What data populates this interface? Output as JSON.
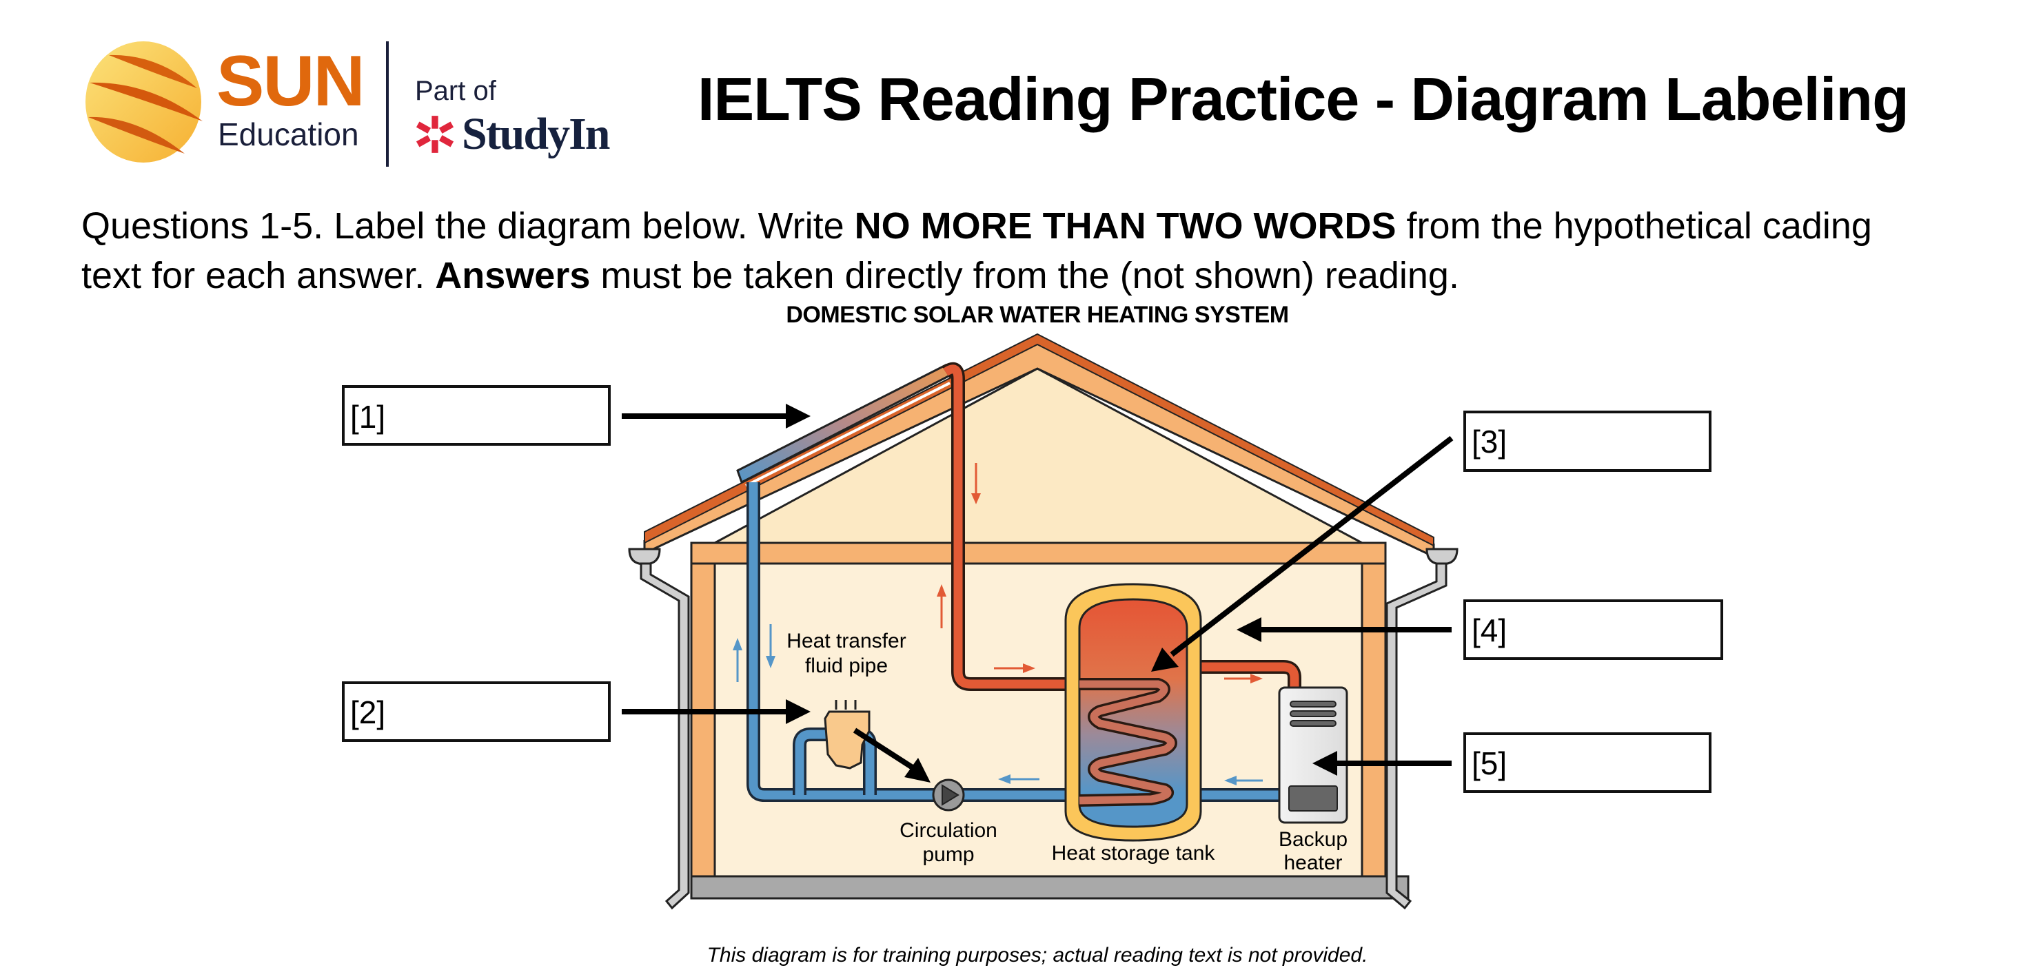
{
  "header": {
    "brand_primary": "SUN",
    "brand_secondary": "Education",
    "partner_prefix": "Part of",
    "partner_name": "StudyIn",
    "page_title": "IELTS Reading Practice - Diagram Labeling",
    "icons": {
      "sun_logo": "sun-logo-icon",
      "studyin_logo": "asterisk-icon"
    },
    "colors": {
      "brand_orange": "#e0680d",
      "navy": "#1a1f3a",
      "studyin_red": "#e0263c"
    }
  },
  "instructions": {
    "line1_pre": "Questions 1-5. Label the diagram below. Write ",
    "line1_bold": "NO MORE THAN TWO WORDS",
    "line1_post": " from the hypothetical cading",
    "line2_pre": "text for each answer. ",
    "line2_bold": "Answers",
    "line2_post": " must be taken directly from the (not shown) reading."
  },
  "diagram": {
    "title": "DOMESTIC SOLAR WATER HEATING SYSTEM",
    "answer_boxes": [
      {
        "label": "[1]",
        "value": ""
      },
      {
        "label": "[2]",
        "value": ""
      },
      {
        "label": "[3]",
        "value": ""
      },
      {
        "label": "[4]",
        "value": ""
      },
      {
        "label": "[5]",
        "value": ""
      }
    ],
    "labels": {
      "fluid_pipe_1": "Heat transfer",
      "fluid_pipe_2": "fluid pipe",
      "pump_1": "Circulation",
      "pump_2": "pump",
      "tank": "Heat storage tank",
      "heater_1": "Backup",
      "heater_2": "heater"
    },
    "colors": {
      "roof": "#f0a765",
      "roof_edge": "#d9642a",
      "interior": "#fdf0d8",
      "attic": "#fce9c4",
      "hot_pipe": "#e25a35",
      "cold_pipe": "#5596c8",
      "tank_insulation": "#fbc65a",
      "floor": "#a9a9a9",
      "gutter": "#cfcfcf"
    }
  },
  "footnote": "This diagram is for training purposes; actual reading text is not provided."
}
